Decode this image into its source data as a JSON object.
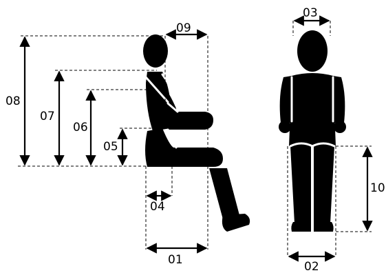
{
  "diagram": {
    "labels": {
      "d01": "01",
      "d02": "02",
      "d03": "03",
      "d04": "04",
      "d05": "05",
      "d06": "06",
      "d07": "07",
      "d08": "08",
      "d09": "09",
      "d10": "10"
    }
  }
}
